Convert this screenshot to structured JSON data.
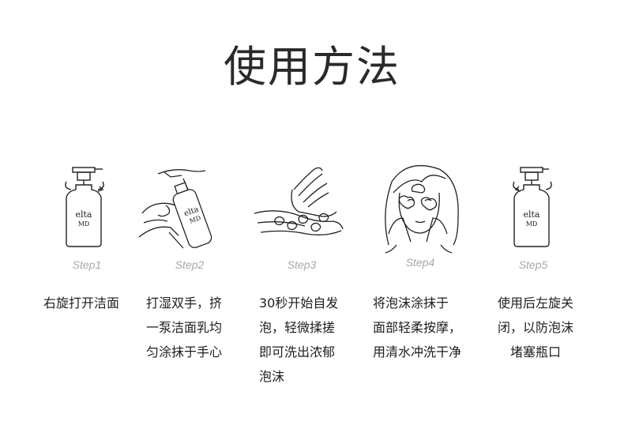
{
  "title": "使用方法",
  "steps": [
    {
      "label": "Step1",
      "text": "右旋打开洁面",
      "icon": "bottle-rotate-right-icon"
    },
    {
      "label": "Step2",
      "text": "打湿双手，挤\n一泵洁面乳均\n匀涂抹于手心",
      "icon": "hand-pump-bottle-icon"
    },
    {
      "label": "Step3",
      "text": "30秒开始自发\n泡，轻微揉搓\n即可洗出浓郁\n泡沫",
      "icon": "hands-rubbing-foam-icon"
    },
    {
      "label": "Step4",
      "text": "将泡沫涂抹于\n面部轻柔按摩，\n用清水冲洗干净",
      "icon": "face-foam-icon"
    },
    {
      "label": "Step5",
      "text": "使用后左旋关\n闭，以防泡沫\n堵塞瓶口",
      "icon": "bottle-rotate-left-icon"
    }
  ],
  "bottle_text": {
    "line1": "elta",
    "line2": "MD"
  }
}
